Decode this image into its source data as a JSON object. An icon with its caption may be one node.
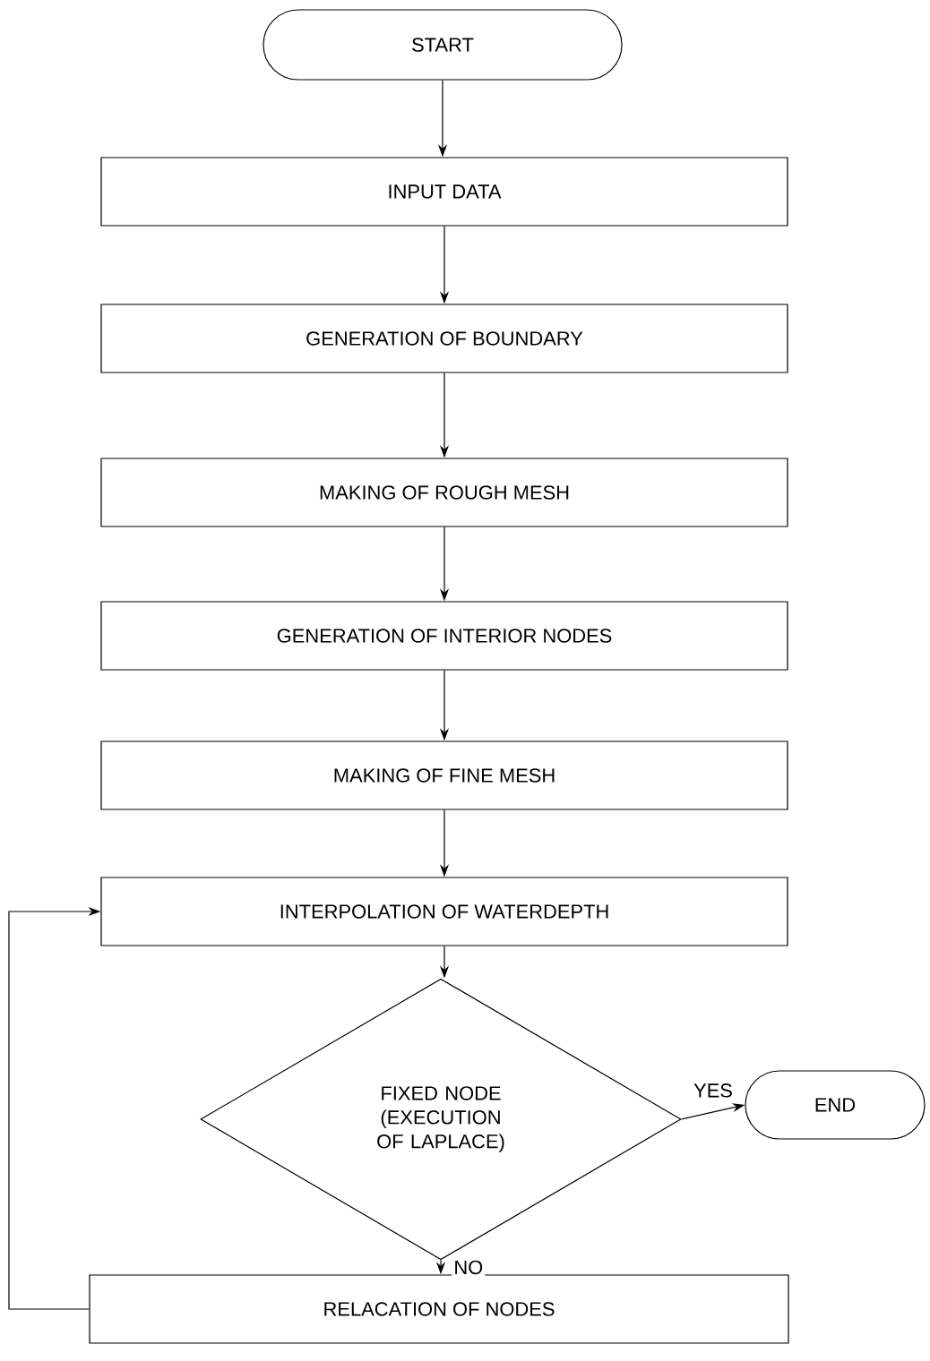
{
  "diagram": {
    "nodes": [
      {
        "text": [
          "START"
        ]
      },
      {
        "text": [
          "INPUT DATA"
        ]
      },
      {
        "text": [
          "GENERATION OF BOUNDARY"
        ]
      },
      {
        "text": [
          "MAKING OF ROUGH MESH"
        ]
      },
      {
        "text": [
          "GENERATION OF INTERIOR NODES"
        ]
      },
      {
        "text": [
          "MAKING OF FINE MESH"
        ]
      },
      {
        "text": [
          "INTERPOLATION OF WATERDEPTH"
        ]
      },
      {
        "text": [
          "FIXED NODE (EXECUTION OF LAPLACE)"
        ]
      },
      {
        "text": [
          "END"
        ]
      },
      {
        "text": [
          "RELACATION OF NODES"
        ]
      }
    ],
    "edges": [
      {
        "from": 0,
        "to": 1,
        "arrow": "to"
      },
      {
        "from": 1,
        "to": 2,
        "arrow": "to"
      },
      {
        "from": 2,
        "to": 3,
        "arrow": "to"
      },
      {
        "from": 3,
        "to": 4,
        "arrow": "to"
      },
      {
        "from": 4,
        "to": 5,
        "arrow": "to"
      },
      {
        "from": 5,
        "to": 6,
        "arrow": "to"
      },
      {
        "from": 6,
        "to": 7,
        "arrow": "to"
      },
      {
        "from": 7,
        "to": 8,
        "arrow": "to",
        "label": "YES"
      },
      {
        "from": 7,
        "to": 9,
        "arrow": "to",
        "label": "NO"
      },
      {
        "from": 9,
        "to": 6,
        "arrow": "to"
      }
    ]
  }
}
